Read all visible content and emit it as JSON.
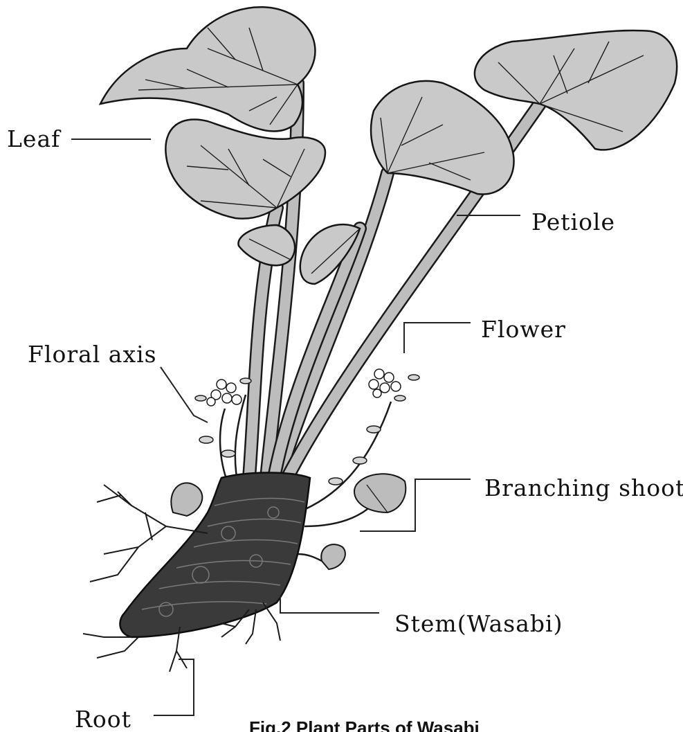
{
  "diagram": {
    "labels": {
      "leaf": "Leaf",
      "petiole": "Petiole",
      "flower": "Flower",
      "floral_axis": "Floral axis",
      "branching_shoot": "Branching shoot",
      "stem": "Stem(Wasabi)",
      "root": "Root"
    },
    "caption": "Fig.2  Plant Parts of Wasabi"
  }
}
